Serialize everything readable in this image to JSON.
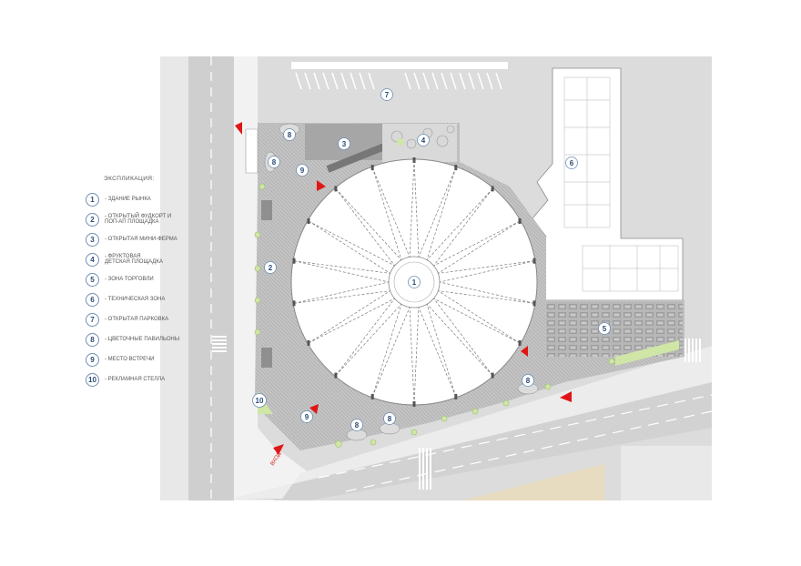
{
  "legend": {
    "title": "ЭКСПЛИКАЦИЯ:",
    "items": [
      {
        "num": "1",
        "text": "- ЗДАНИЕ РЫНКА"
      },
      {
        "num": "2",
        "text": "- ОТКРЫТЫЙ ФУДКОРТ И\nПОП-АП ПЛОЩАДКА"
      },
      {
        "num": "3",
        "text": "- ОТКРЫТАЯ МИНИ-ФЕРМА"
      },
      {
        "num": "4",
        "text": "- ФРУКТОВАЯ\nДЕТСКАЯ ПЛОЩАДКА"
      },
      {
        "num": "5",
        "text": "- ЗОНА ТОРГОВЛИ"
      },
      {
        "num": "6",
        "text": "- ТЕХНИЧЕСКАЯ ЗОНА"
      },
      {
        "num": "7",
        "text": "- ОТКРЫТАЯ ПАРКОВКА"
      },
      {
        "num": "8",
        "text": "- ЦВЕТОЧНЫЕ ПАВИЛЬОНЫ"
      },
      {
        "num": "9",
        "text": "- МЕСТО ВСТРЕЧИ"
      },
      {
        "num": "10",
        "text": "- РЕКЛАМНАЯ СТЕЛЛА"
      }
    ]
  },
  "map": {
    "entry_label": "ВХОД",
    "markers": [
      {
        "num": "1"
      },
      {
        "num": "2"
      },
      {
        "num": "3"
      },
      {
        "num": "4"
      },
      {
        "num": "5"
      },
      {
        "num": "6"
      },
      {
        "num": "7"
      },
      {
        "num": "8"
      },
      {
        "num": "8"
      },
      {
        "num": "8"
      },
      {
        "num": "8"
      },
      {
        "num": "8"
      },
      {
        "num": "9"
      },
      {
        "num": "9"
      },
      {
        "num": "10"
      }
    ]
  },
  "colors": {
    "road": "#cfcfcf",
    "road_lane": "#ffffff",
    "sidewalk": "#f1f1f1",
    "plaza": "#bdbdbd",
    "building_fill": "#ffffff",
    "building_line": "#8a8a8a",
    "label": "#2b4c77",
    "entry_arrow": "#e01616",
    "green": "#cfe6a6",
    "sand": "#e8dcc0"
  }
}
